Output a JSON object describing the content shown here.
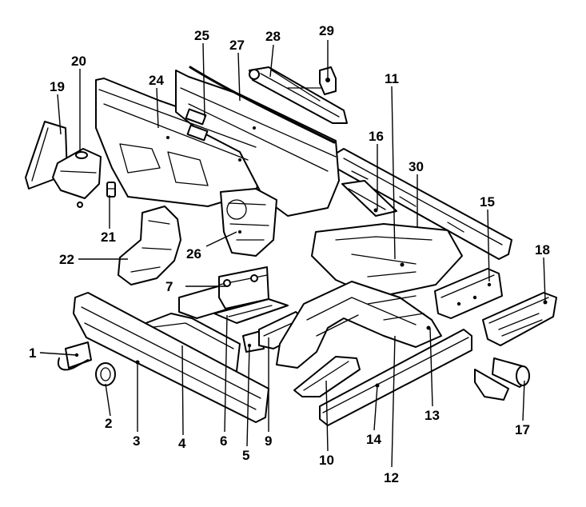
{
  "diagram": {
    "callouts": [
      {
        "id": "1",
        "label": "1"
      },
      {
        "id": "2",
        "label": "2"
      },
      {
        "id": "3",
        "label": "3"
      },
      {
        "id": "4",
        "label": "4"
      },
      {
        "id": "5",
        "label": "5"
      },
      {
        "id": "6",
        "label": "6"
      },
      {
        "id": "7",
        "label": "7"
      },
      {
        "id": "9",
        "label": "9"
      },
      {
        "id": "10",
        "label": "10"
      },
      {
        "id": "11",
        "label": "11"
      },
      {
        "id": "12",
        "label": "12"
      },
      {
        "id": "13",
        "label": "13"
      },
      {
        "id": "14",
        "label": "14"
      },
      {
        "id": "15",
        "label": "15"
      },
      {
        "id": "16",
        "label": "16"
      },
      {
        "id": "17",
        "label": "17"
      },
      {
        "id": "18",
        "label": "18"
      },
      {
        "id": "19",
        "label": "19"
      },
      {
        "id": "20",
        "label": "20"
      },
      {
        "id": "21",
        "label": "21"
      },
      {
        "id": "22",
        "label": "22"
      },
      {
        "id": "24",
        "label": "24"
      },
      {
        "id": "25",
        "label": "25"
      },
      {
        "id": "26",
        "label": "26"
      },
      {
        "id": "27",
        "label": "27"
      },
      {
        "id": "28",
        "label": "28"
      },
      {
        "id": "29",
        "label": "29"
      },
      {
        "id": "30",
        "label": "30"
      }
    ]
  }
}
